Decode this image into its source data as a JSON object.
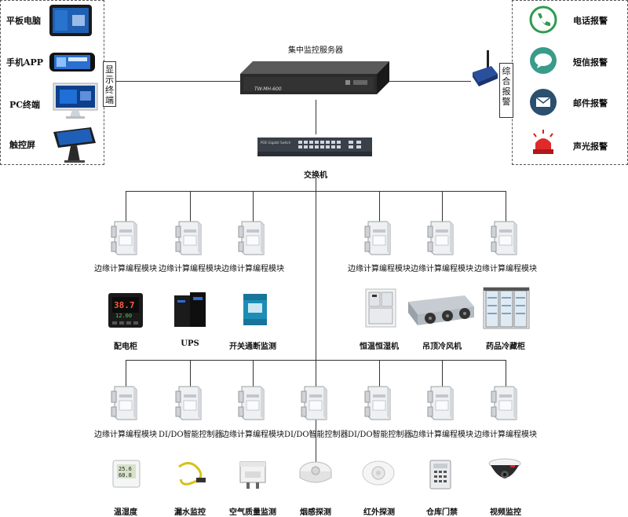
{
  "left_panel": {
    "items": [
      {
        "label": "平板电脑",
        "icon": "tablet-icon"
      },
      {
        "label": "手机APP",
        "icon": "phone-icon"
      },
      {
        "label": "PC终端",
        "icon": "monitor-icon"
      },
      {
        "label": "触控屏",
        "icon": "touchscreen-kiosk-icon"
      }
    ],
    "side_label": "显示终端"
  },
  "right_panel": {
    "items": [
      {
        "label": "电话报警",
        "icon": "telephone-icon",
        "color": "#2e9b4e"
      },
      {
        "label": "短信报警",
        "icon": "sms-bubble-icon",
        "color": "#3a9b8a"
      },
      {
        "label": "邮件报警",
        "icon": "email-icon",
        "color": "#2b4f6e"
      },
      {
        "label": "声光报警",
        "icon": "alarm-light-icon",
        "color": "#d62020"
      }
    ],
    "side_label": "综合报警"
  },
  "server": {
    "title": "集中监控服务器",
    "model": "TW-MH-600"
  },
  "switch": {
    "label": "交换机",
    "brand": "POE Gigabit Switch"
  },
  "row1": {
    "modules": [
      "边缘计算编程模块",
      "边缘计算编程模块",
      "边缘计算编程模块",
      "边缘计算编程模块",
      "边缘计算编程模块",
      "边缘计算编程模块"
    ],
    "devices": [
      "配电柜",
      "UPS",
      "开关通断监测",
      "恒温恒湿机",
      "吊顶冷风机",
      "药品冷藏柜"
    ],
    "panel_readout": {
      "top": "38.7",
      "bottom": "12.00"
    }
  },
  "row2": {
    "modules": [
      "边缘计算编程模块",
      "DI/DO智能控制器",
      "边缘计算编程模块",
      "DI/DO智能控制器",
      "DI/DO智能控制器",
      "边缘计算编程模块",
      "边缘计算编程模块"
    ],
    "devices": [
      "温湿度",
      "漏水监控",
      "空气质量监测",
      "烟感探测",
      "红外探测",
      "仓库门禁",
      "视频监控"
    ],
    "thermo_readout": {
      "top": "25.6",
      "bottom": "60.8"
    }
  }
}
